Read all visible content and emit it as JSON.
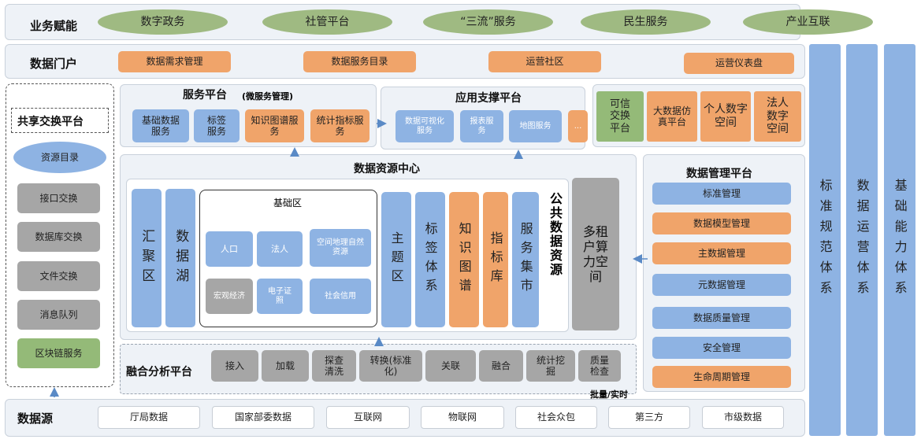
{
  "business": {
    "title": "业务赋能",
    "items": [
      "数字政务",
      "社管平台",
      "“三流”服务",
      "民生服务",
      "产业互联"
    ]
  },
  "portal": {
    "title": "数据门户",
    "items": [
      "数据需求管理",
      "数据服务目录",
      "运营社区",
      "运营仪表盘"
    ]
  },
  "exchange": {
    "title": "共享交换平台",
    "catalog": "资源目录",
    "items": [
      "接口交换",
      "数据库交换",
      "文件交换",
      "消息队列",
      "区块链服务"
    ]
  },
  "service_platform": {
    "title": "服务平台",
    "subtitle": "(微服务管理)",
    "items": [
      "基础数据服务",
      "标签服务",
      "知识图谱服务",
      "统计指标服务"
    ]
  },
  "app_support": {
    "title": "应用支撑平台",
    "items": [
      "数据可视化服务",
      "报表服务",
      "地图服务",
      "..."
    ]
  },
  "top_right": {
    "items": [
      "可信交换平台",
      "大数据仿真平台",
      "个人数字空间",
      "法人数字空间"
    ]
  },
  "resource_center": {
    "title": "数据资源中心",
    "col1": "汇聚区",
    "col2": "数据湖",
    "base_title": "基础区",
    "base_items": [
      "人口",
      "法人",
      "空间地理自然资源",
      "宏观经济",
      "电子证照",
      "社会信用"
    ],
    "cols": [
      "主题区",
      "标签体系",
      "知识图谱",
      "指标库",
      "服务集市"
    ],
    "public": "公共数据资源",
    "tenant": "多租户算力空间"
  },
  "fusion": {
    "title": "融合分析平台",
    "items": [
      "接入",
      "加载",
      "探查清洗",
      "转换(标准化)",
      "关联",
      "融合",
      "统计挖掘",
      "质量检查"
    ],
    "note": "批量/实时"
  },
  "mgmt": {
    "title": "数据管理平台",
    "items": [
      "标准管理",
      "数据模型管理",
      "主数据管理",
      "元数据管理",
      "数据质量管理",
      "安全管理",
      "生命周期管理"
    ]
  },
  "systems": [
    "标准规范体系",
    "数据运营体系",
    "基础能力体系"
  ],
  "datasource": {
    "title": "数据源",
    "items": [
      "厅局数据",
      "国家部委数据",
      "互联网",
      "物联网",
      "社会众包",
      "第三方",
      "市级数据"
    ]
  }
}
